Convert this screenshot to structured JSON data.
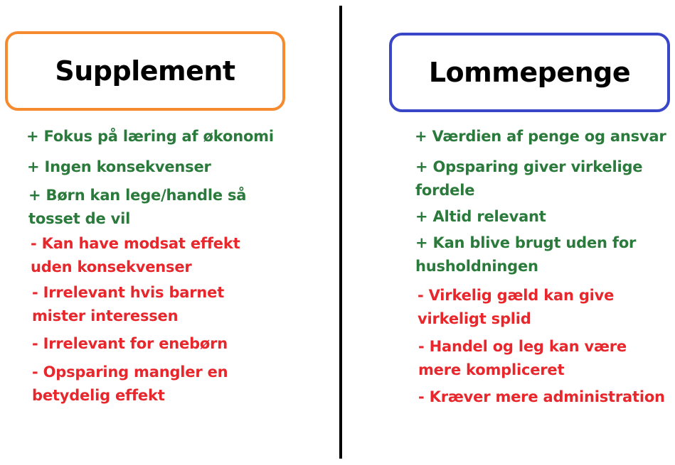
{
  "colors": {
    "pro_green": "#2a7a3b",
    "con_red": "#e8272d",
    "left_border_orange": "#f58a2e",
    "right_border_blue": "#3a46c8",
    "divider": "#000000"
  },
  "left": {
    "title": "Supplement",
    "items": [
      {
        "type": "pro",
        "text": "+ Fokus på læring af økonomi"
      },
      {
        "type": "pro",
        "text": "+ Ingen konsekvenser"
      },
      {
        "type": "pro",
        "text": "+ Børn kan lege/handle så\ntosset de vil"
      },
      {
        "type": "con",
        "text": "- Kan have modsat effekt\nuden konsekvenser"
      },
      {
        "type": "con",
        "text": "- Irrelevant hvis barnet\nmister interessen"
      },
      {
        "type": "con",
        "text": "- Irrelevant for enebørn"
      },
      {
        "type": "con",
        "text": "- Opsparing mangler en\nbetydelig effekt"
      }
    ]
  },
  "right": {
    "title": "Lommepenge",
    "items": [
      {
        "type": "pro",
        "text": "+ Værdien af penge og ansvar"
      },
      {
        "type": "pro",
        "text": "+ Opsparing giver virkelige\nfordele"
      },
      {
        "type": "pro",
        "text": "+ Altid relevant"
      },
      {
        "type": "pro",
        "text": "+ Kan blive brugt uden for\nhusholdningen"
      },
      {
        "type": "con",
        "text": "- Virkelig gæld kan give\nvirkeligt splid"
      },
      {
        "type": "con",
        "text": "- Handel og leg kan være\nmere kompliceret"
      },
      {
        "type": "con",
        "text": "- Kræver mere administration"
      }
    ]
  }
}
